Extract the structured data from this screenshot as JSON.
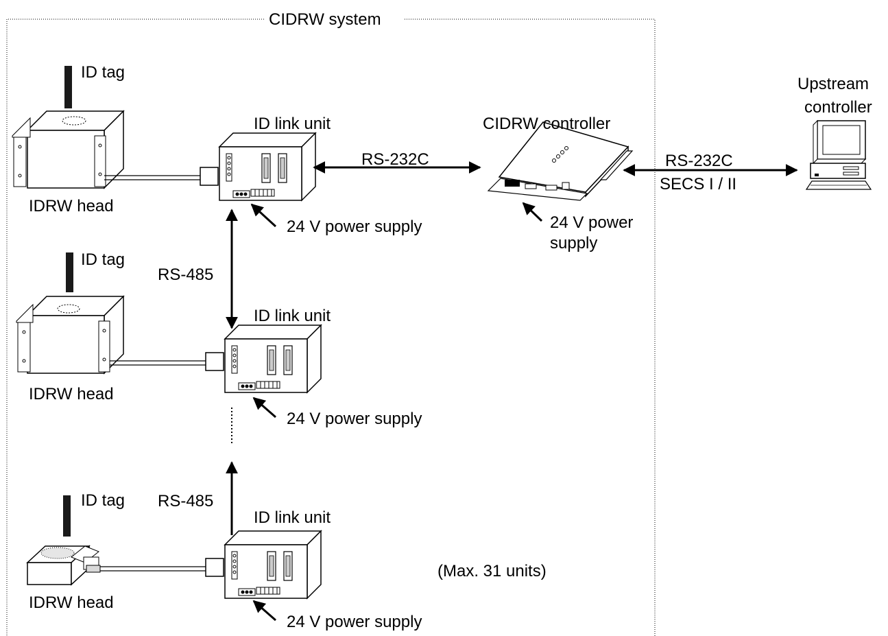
{
  "system_label": "CIDRW system",
  "upstream": {
    "line1": "Upstream",
    "line2": "controller"
  },
  "controller": {
    "title": "CIDRW controller",
    "power_line1": "24 V power",
    "power_line2": "supply"
  },
  "links": {
    "controller_link": "RS-232C",
    "upstream_link_line1": "RS-232C",
    "upstream_link_line2": "SECS I / II",
    "bus_link_1": "RS-485",
    "bus_link_2": "RS-485"
  },
  "stations": [
    {
      "tag": "ID tag",
      "head": "IDRW head",
      "unit": "ID link unit",
      "power": "24 V power supply"
    },
    {
      "tag": "ID tag",
      "head": "IDRW head",
      "unit": "ID link unit",
      "power": "24 V power supply"
    },
    {
      "tag": "ID tag",
      "head": "IDRW head",
      "unit": "ID link unit",
      "power": "24 V power supply"
    }
  ],
  "max_units_note": "(Max. 31 units)"
}
